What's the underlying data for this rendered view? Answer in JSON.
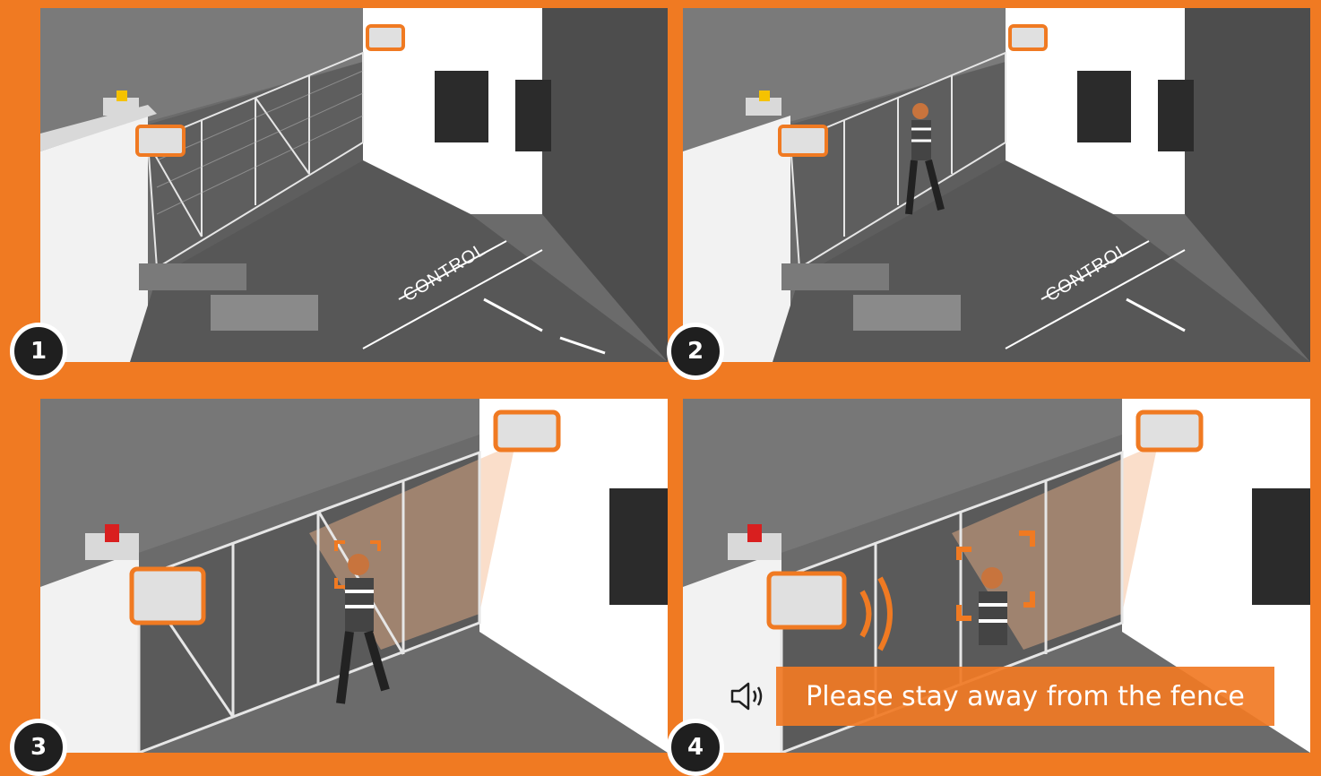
{
  "panels": [
    {
      "number": "1",
      "road_marking": "CONTROL",
      "beacon_color": "#f5c200",
      "state": "idle"
    },
    {
      "number": "2",
      "road_marking": "CONTROL",
      "beacon_color": "#f5c200",
      "state": "intruder-approaching"
    },
    {
      "number": "3",
      "road_marking": "",
      "beacon_color": "#d91f1f",
      "state": "intruder-detected"
    },
    {
      "number": "4",
      "road_marking": "",
      "beacon_color": "#d91f1f",
      "state": "audio-warning"
    }
  ],
  "warning": {
    "message": "Please stay away from the fence",
    "icon": "speaker-icon"
  },
  "colors": {
    "accent": "#f07a22",
    "asphalt": "#5a5a5a",
    "wall": "#ffffff",
    "badge": "#1f1f1f"
  }
}
